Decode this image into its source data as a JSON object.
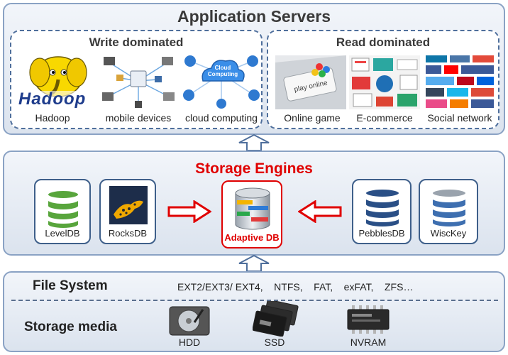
{
  "app_servers": {
    "title": "Application Servers",
    "write_group": {
      "title": "Write dominated",
      "items": [
        {
          "label": "Hadoop",
          "logo_text": "Hadoop",
          "icon": "hadoop-elephant-icon"
        },
        {
          "label": "mobile devices",
          "icon": "mobile-devices-network-icon"
        },
        {
          "label": "cloud computing",
          "badge": "Cloud Computing",
          "icon": "cloud-computing-icon"
        }
      ]
    },
    "read_group": {
      "title": "Read dominated",
      "items": [
        {
          "label": "Online game",
          "key_text": "play online",
          "icon": "online-game-keyboard-icon"
        },
        {
          "label": "E-commerce",
          "icon": "ecommerce-collage-icon"
        },
        {
          "label": "Social network",
          "icon": "social-network-logos-icon"
        }
      ]
    }
  },
  "storage_engines": {
    "title": "Storage Engines",
    "title_color": "#e00000",
    "left_engines": [
      {
        "label": "LevelDB",
        "icon": "leveldb-database-icon",
        "color": "#58a53c"
      },
      {
        "label": "RocksDB",
        "icon": "rocksdb-leopard-icon",
        "color": "#e8a200"
      }
    ],
    "center_engine": {
      "label": "Adaptive DB",
      "icon": "adaptive-db-database-icon",
      "color": "#e00000"
    },
    "right_engines": [
      {
        "label": "PebblesDB",
        "icon": "pebblesdb-database-icon",
        "color": "#2a4f86"
      },
      {
        "label": "WiscKey",
        "icon": "wisckey-database-icon",
        "color": "#3e6fb0"
      }
    ]
  },
  "file_system": {
    "title": "File System",
    "types": "EXT2/EXT3/ EXT4,    NTFS,    FAT,    exFAT,    ZFS…"
  },
  "storage_media": {
    "title": "Storage media",
    "items": [
      {
        "label": "HDD",
        "icon": "hdd-icon"
      },
      {
        "label": "SSD",
        "icon": "ssd-icon"
      },
      {
        "label": "NVRAM",
        "icon": "nvram-chip-icon"
      }
    ]
  },
  "colors": {
    "border": "#3e5f8a",
    "arrow": "#e00000"
  }
}
